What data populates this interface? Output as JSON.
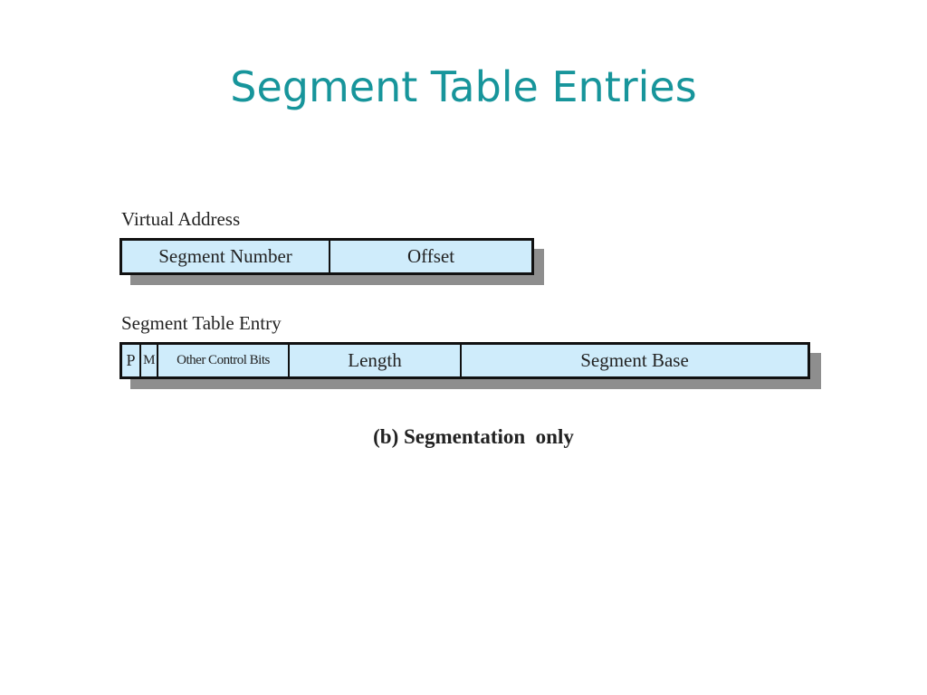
{
  "slide": {
    "title": "Segment Table Entries"
  },
  "virtual_address": {
    "label": "Virtual Address",
    "fields": [
      "Segment Number",
      "Offset"
    ]
  },
  "segment_table_entry": {
    "label": "Segment Table Entry",
    "fields": [
      "P",
      "M",
      "Other Control Bits",
      "Length",
      "Segment Base"
    ]
  },
  "caption": "(b) Segmentation  only"
}
